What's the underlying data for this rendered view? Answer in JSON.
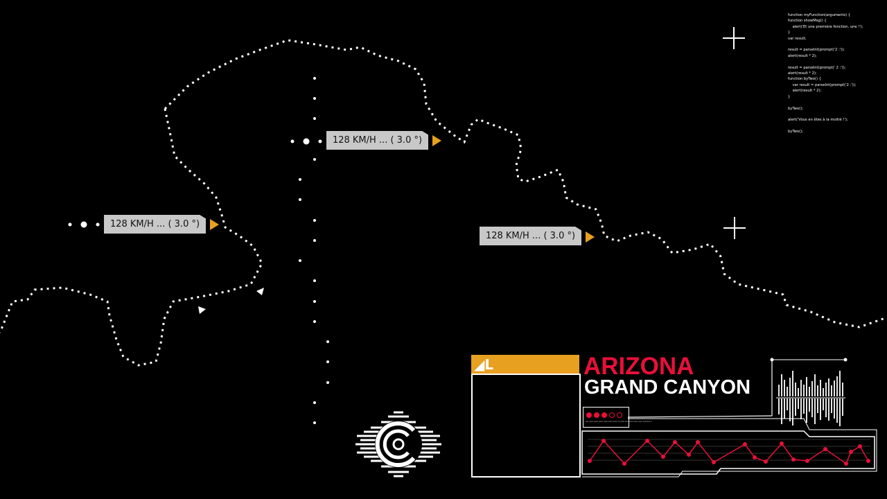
{
  "speed_labels": [
    "128 KM/H ... ( 3.0 °)",
    "128 KM/H ... ( 3.0 °)",
    "128 KM/H ... ( 3.0 °)"
  ],
  "code_lines": "function myFunction(arguments) {\nfunction showMsg() {\n    alert('Et une première fonction, une !');\n}\nvar result;\n\nresult = parseInt(prompt('2 :'));\nalert(result * 2);\n\nresult = parseInt(prompt(' 2 :'));\nalert(result * 2);\nfunction byTwo() {\n    var result = parseInt(prompt('2 :'));\n    alert(result * 2);\n}\n\nbyTwo();\n\nalert('Vous en êtes à la moitié !');\n\nbyTwo();",
  "location": {
    "state": "ARIZONA",
    "place": "GRAND CANYON"
  },
  "status": {
    "dots_on": 3,
    "dots_total": 5,
    "small_text": "xxx xxxx xxxx xxxx xxxx xxxx xxxx xx xxxx xxx xxxx xxxx xxxx xxxxxxx x"
  },
  "colors": {
    "accent_orange": "#e8a020",
    "accent_red": "#e8103a",
    "background": "#000000"
  },
  "icons": {
    "logo": "concentric-c-emblem",
    "panel_mark": "al-monogram"
  }
}
